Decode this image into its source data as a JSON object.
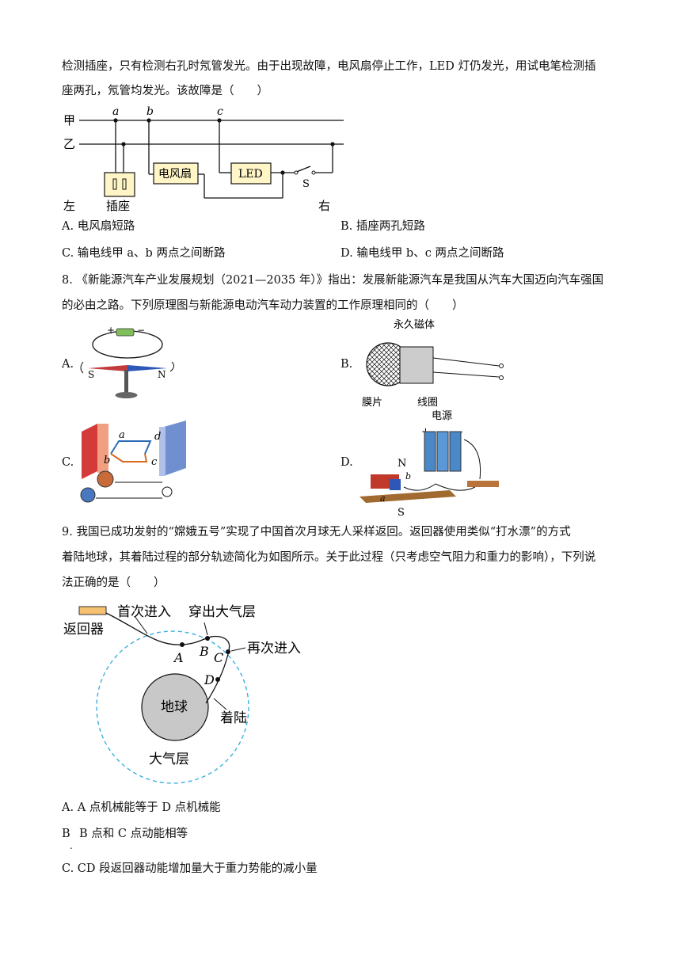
{
  "q7": {
    "line1": "检测插座，只有检测右孔时氖管发光。由于出现故障，电风扇停止工作，LED 灯仍发光，用试电笔检测插",
    "line2": "座两孔，氖管均发光。该故障是（　　）",
    "figure": {
      "wire_jia": "甲",
      "wire_yi": "乙",
      "point_a": "a",
      "point_b": "b",
      "point_c": "c",
      "fan": "电风扇",
      "led": "LED",
      "switch": "S",
      "left": "左",
      "socket": "插座",
      "right": "右"
    },
    "options": {
      "A": "A.  电风扇短路",
      "B": "B.  插座两孔短路",
      "C": "C.  输电线甲 a、b 两点之间断路",
      "D": "D.  输电线甲 b、c 两点之间断路"
    }
  },
  "q8": {
    "line1": "8. 《新能源汽车产业发展规划（2021—2035 年）》指出：发展新能源汽车是我国从汽车大国迈向汽车强国",
    "line2": "的必由之路。下列原理图与新能源电动汽车动力装置的工作原理相同的（　　）",
    "labels": {
      "A": "A.",
      "B": "B.",
      "C": "C.",
      "D": "D."
    },
    "figA": {
      "plus": "+",
      "minus": "−",
      "S": "S",
      "N": "N"
    },
    "figB": {
      "magnet": "永久磁体",
      "film": "膜片",
      "coil": "线圈"
    },
    "figC": {
      "a": "a",
      "b": "b",
      "c": "c",
      "d": "d"
    },
    "figD": {
      "power": "电源",
      "plus": "+",
      "minus": "-",
      "N": "N",
      "S": "S",
      "a": "a",
      "b": "b"
    }
  },
  "q9": {
    "line1": "9. 我国已成功发射的“嫦娥五号”实现了中国首次月球无人采样返回。返回器使用类似“打水漂”的方式",
    "line2": "着陆地球，其着陆过程的部分轨迹简化为如图所示。关于此过程（只考虑空气阻力和重力的影响），下列说",
    "line3": "法正确的是（　　）",
    "figure": {
      "capsule": "返回器",
      "first_entry": "首次进入",
      "exit": "穿出大气层",
      "reentry": "再次进入",
      "earth": "地球",
      "landing": "着陆",
      "atmosphere": "大气层",
      "A": "A",
      "B": "B",
      "C": "C",
      "D": "D"
    },
    "options": {
      "A": "A. A 点机械能等于 D 点机械能",
      "B_letter": "B",
      "B_text": "B 点和 C 点动能相等",
      "B_dot": ".",
      "C": "C. CD 段返回器动能增加量大于重力势能的减小量"
    }
  }
}
